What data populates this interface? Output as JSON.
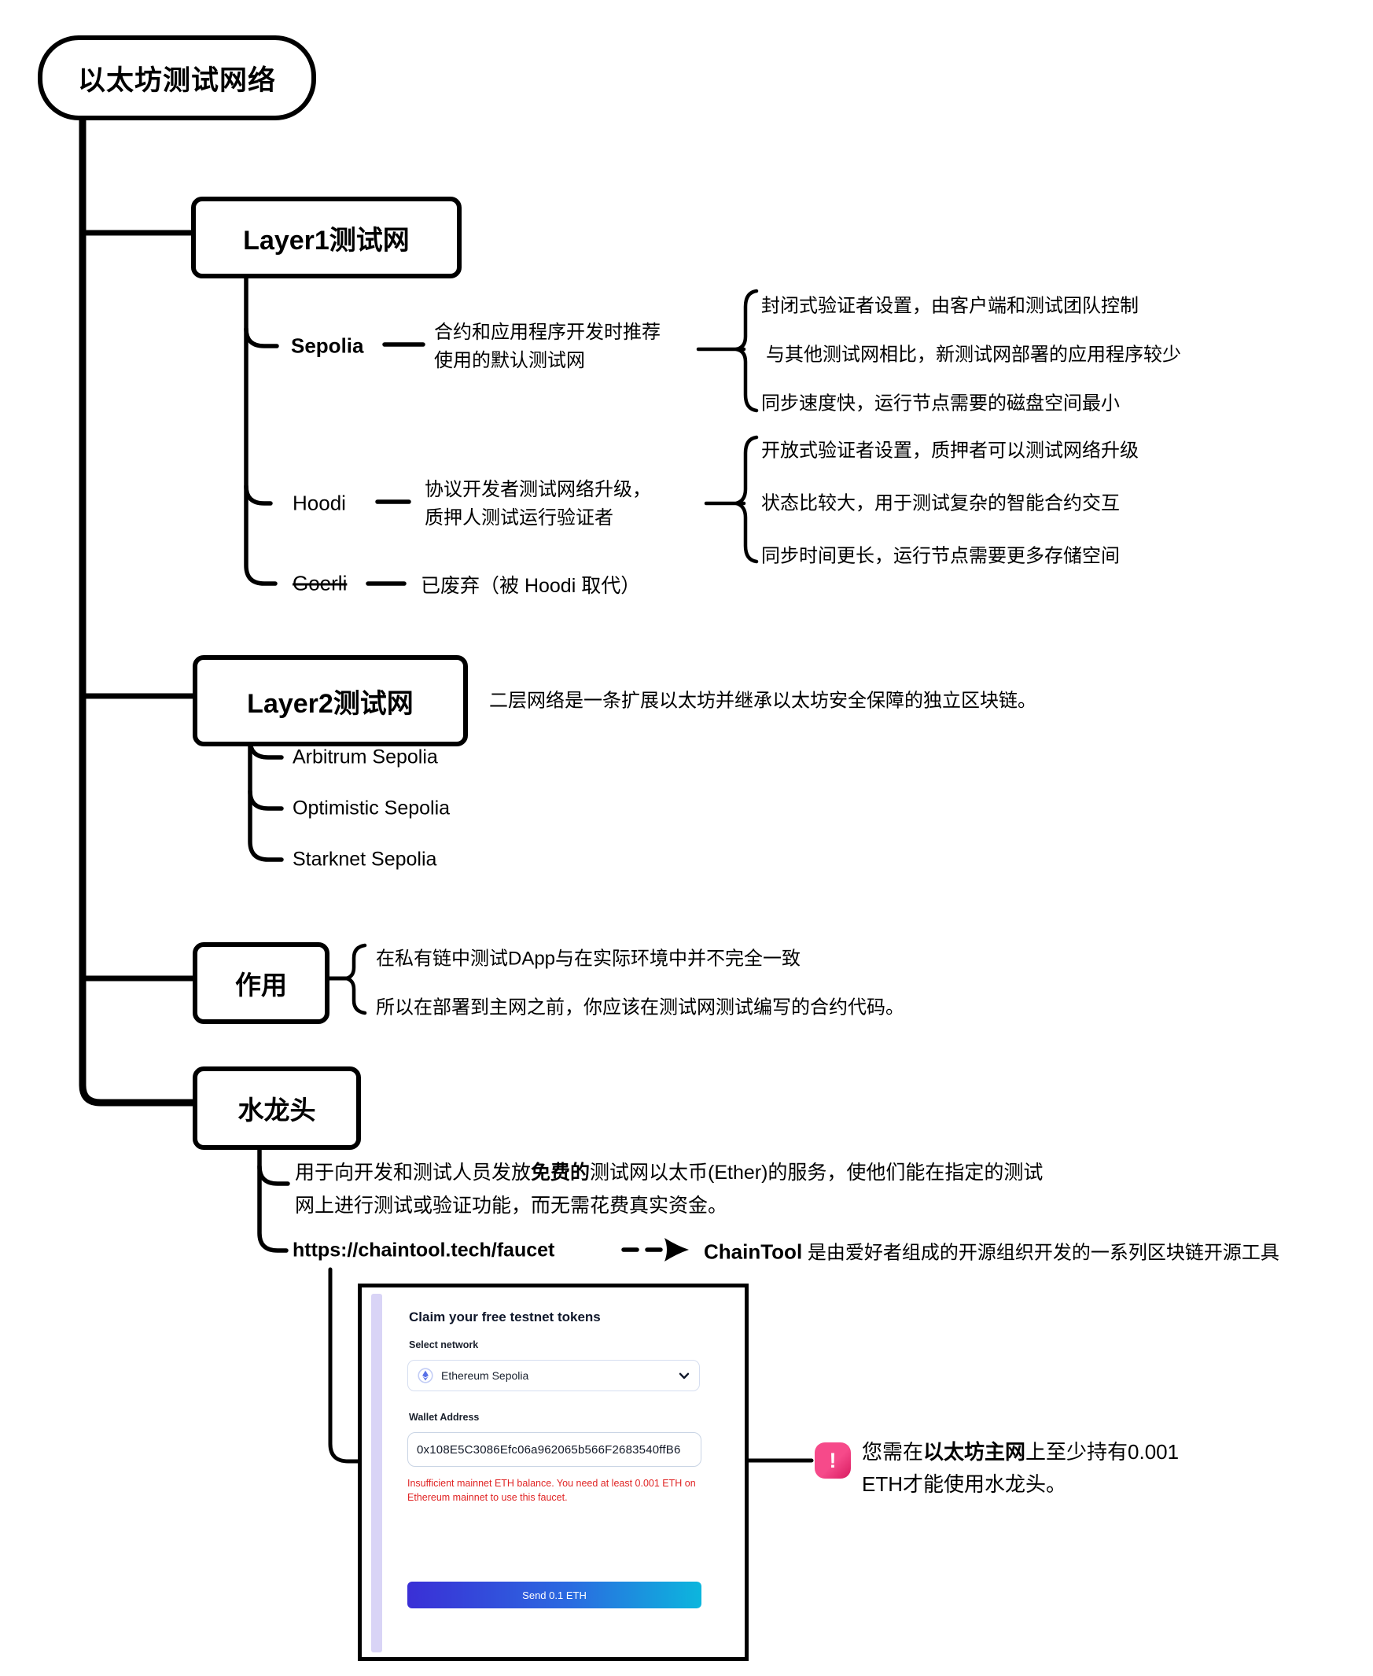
{
  "root": {
    "label": "以太坊测试网络"
  },
  "layer1": {
    "label": "Layer1测试网",
    "children": [
      {
        "name": "Sepolia",
        "desc": [
          "合约和应用程序开发时推荐",
          "使用的默认测试网"
        ],
        "notes": [
          "封闭式验证者设置，由客户端和测试团队控制",
          "与其他测试网相比，新测试网部署的应用程序较少",
          "同步速度快，运行节点需要的磁盘空间最小"
        ]
      },
      {
        "name": "Hoodi",
        "desc": [
          "协议开发者测试网络升级，",
          "质押人测试运行验证者"
        ],
        "notes": [
          "开放式验证者设置，质押者可以测试网络升级",
          "状态比较大，用于测试复杂的智能合约交互",
          "同步时间更长，运行节点需要更多存储空间"
        ]
      },
      {
        "name": "Goerli",
        "desc": "已废弃（被 Hoodi 取代）"
      }
    ]
  },
  "layer2": {
    "label": "Layer2测试网",
    "note": "二层网络是一条扩展以太坊并继承以太坊安全保障的独立区块链。",
    "children": [
      "Arbitrum Sepolia",
      "Optimistic Sepolia",
      "Starknet Sepolia"
    ]
  },
  "role": {
    "label": "作用",
    "lines": [
      "在私有链中测试DApp与在实际环境中并不完全一致",
      "所以在部署到主网之前，你应该在测试网测试编写的合约代码。"
    ]
  },
  "faucet": {
    "label": "水龙头",
    "desc": {
      "prefix": "用于向开发和测试人员发放",
      "bold": "免费的",
      "line1_rest": "测试网以太币(Ether)的服务，使他们能在指定的测试",
      "line2": "网上进行测试或验证功能，而无需花费真实资金。"
    },
    "url": "https://chaintool.tech/faucet",
    "chaintool": {
      "bold": "ChainTool",
      "rest": " 是由爱好者组成的开源组织开发的一系列区块链开源工具"
    },
    "warning": {
      "prefix": "您需在",
      "bold": "以太坊主网",
      "line1_rest": "上至少持有0.001",
      "line2": "ETH才能使用水龙头。"
    },
    "screenshot": {
      "title": "Claim your free testnet tokens",
      "network_label": "Select network",
      "network_value": "Ethereum Sepolia",
      "wallet_label": "Wallet Address",
      "wallet_value": "0x108E5C3086Efc06a962065b566F2683540ffB6",
      "error": "Insufficient mainnet ETH balance. You need at least 0.001 ETH on Ethereum mainnet to use this faucet.",
      "button_label": "Send 0.1 ETH"
    }
  },
  "colors": {
    "line": "#000000",
    "error_red": "#e02424",
    "warning_pink": "#f2397c",
    "button_gradient_start": "#3a2fd6",
    "button_gradient_end": "#0cb6dd",
    "eth_blue": "#5871e8",
    "lavender": "#d9d4f6"
  }
}
